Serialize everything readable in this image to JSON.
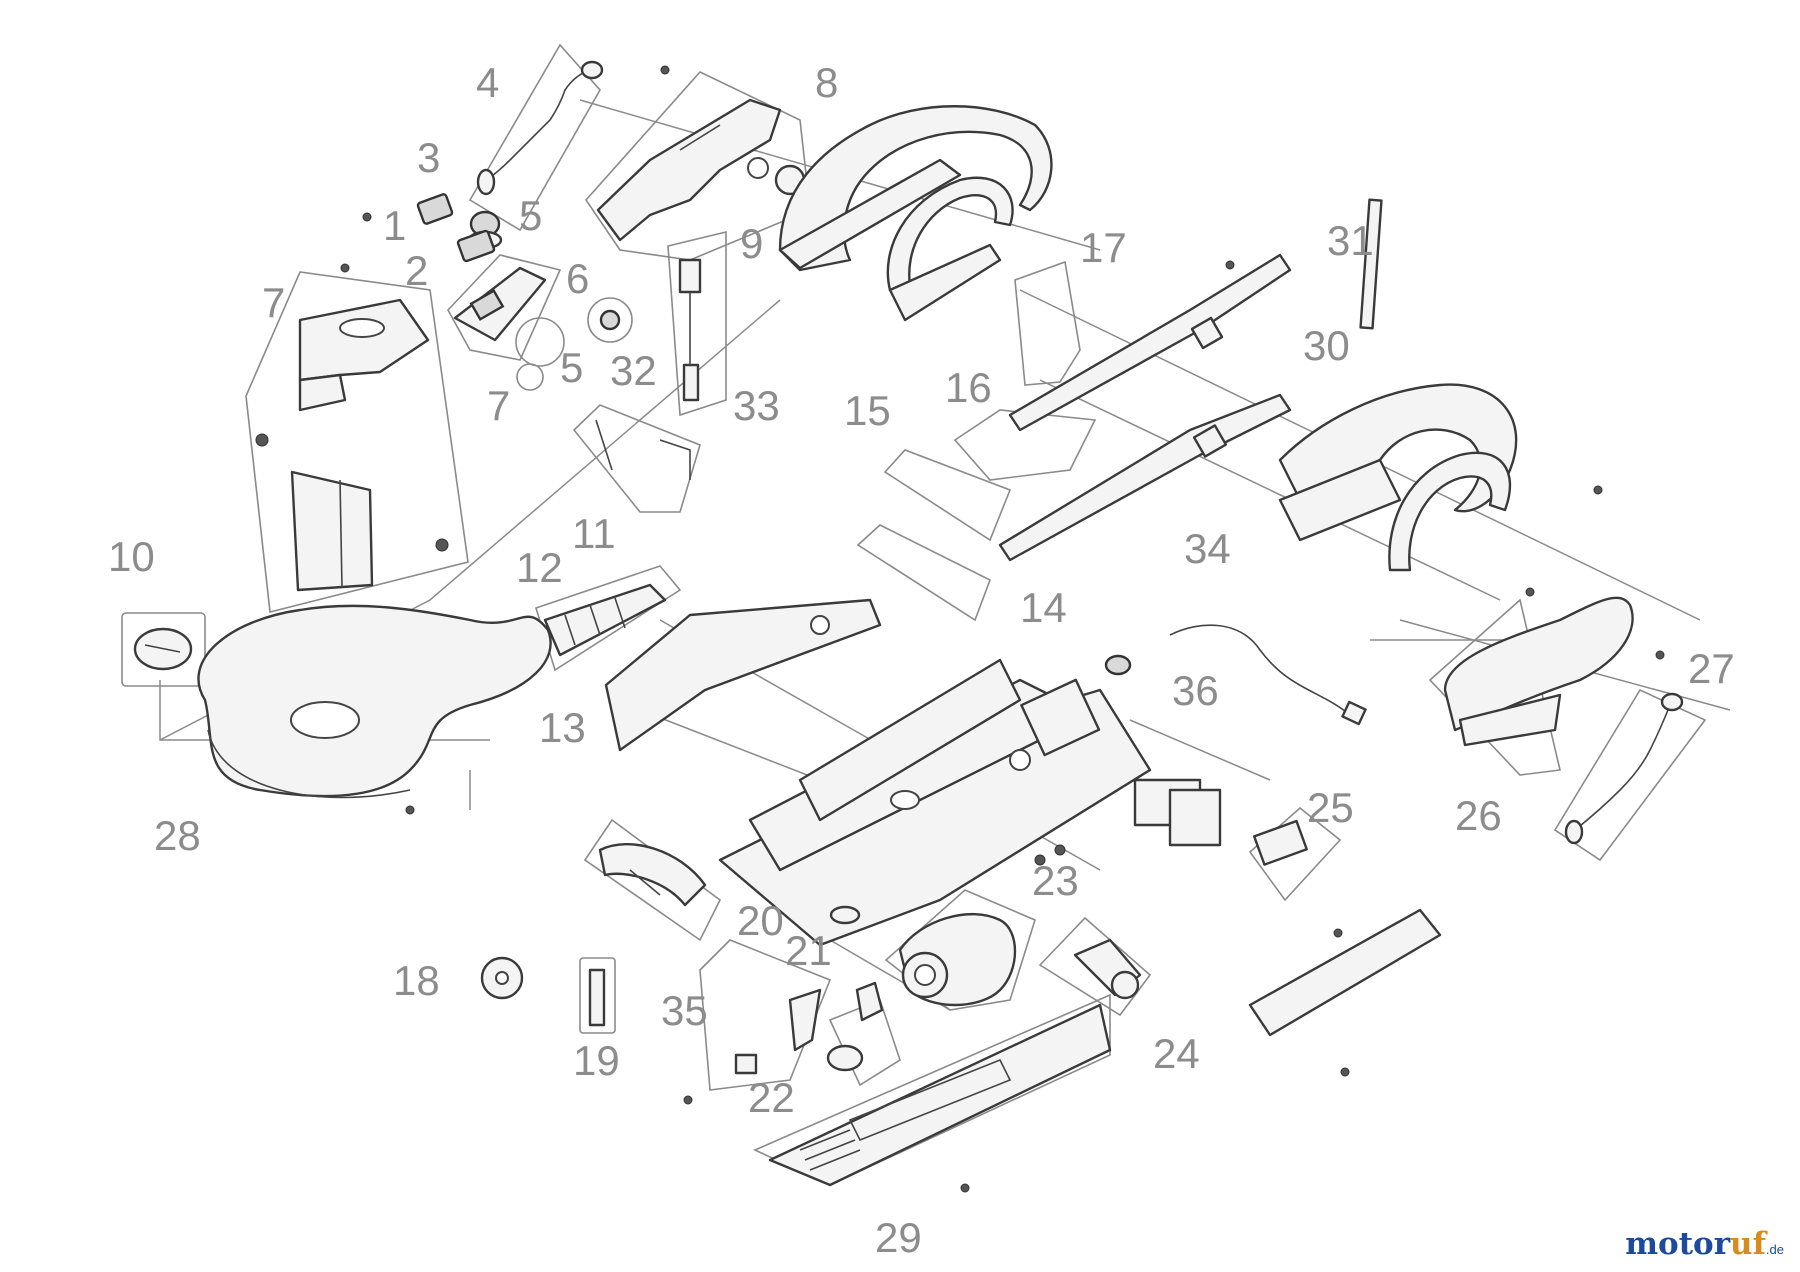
{
  "callouts": [
    "1",
    "2",
    "3",
    "4",
    "5",
    "5",
    "6",
    "7",
    "7",
    "8",
    "9",
    "10",
    "11",
    "12",
    "13",
    "14",
    "15",
    "16",
    "17",
    "18",
    "19",
    "20",
    "21",
    "22",
    "23",
    "24",
    "25",
    "26",
    "27",
    "28",
    "29",
    "30",
    "31",
    "32",
    "33",
    "34",
    "35",
    "36"
  ],
  "watermark": {
    "brand_main": "motor",
    "brand_accent": "uf",
    "brand_tld": ".de"
  },
  "colors": {
    "outline": "#3a3a3a",
    "callout": "#8c8c8c",
    "logo_blue": "#1c4a9c",
    "logo_orange": "#d98a1c"
  }
}
